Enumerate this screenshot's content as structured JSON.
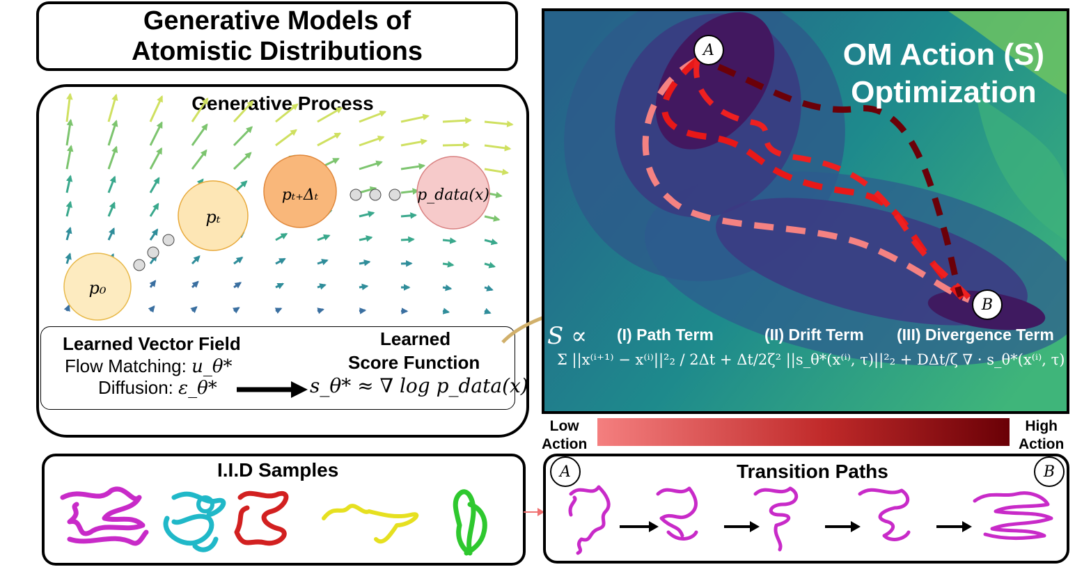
{
  "header": {
    "title_line1": "Generative Models of",
    "title_line2": "Atomistic Distributions"
  },
  "generative": {
    "title": "Generative Process",
    "dists": [
      "p₀",
      "pₜ",
      "pₜ₊Δₜ",
      "p_data(x)"
    ],
    "learned_vector_field": "Learned Vector Field",
    "flow_matching": "Flow Matching:",
    "flow_symbol": "u_θ*",
    "diffusion": "Diffusion:",
    "diffusion_symbol": "ε_θ*",
    "learned_score_line1": "Learned",
    "learned_score_line2": "Score Function",
    "score_expr": "s_θ* ≈ ∇ log p_data(x)"
  },
  "om": {
    "title_line1": "OM Action (S)",
    "title_line2": "Optimization",
    "state_a": "A",
    "state_b": "B",
    "proportional": "S ∝",
    "term1": "(I) Path Term",
    "term2": "(II) Drift Term",
    "term3": "(III) Divergence Term",
    "formula": "Σ ||x⁽ⁱ⁺¹⁾ − x⁽ⁱ⁾||²₂ / 2Δt + Δt/2ζ² ||s_θ*(x⁽ⁱ⁾, τ)||²₂ + DΔt/ζ ∇ · s_θ*(x⁽ⁱ⁾, τ)",
    "colors": {
      "low": "#f47f7f",
      "high": "#6a0006",
      "bg_low": "#3a1450",
      "bg_high": "#58c27a"
    }
  },
  "legend": {
    "low_line1": "Low",
    "low_line2": "Action",
    "high_line1": "High",
    "high_line2": "Action"
  },
  "iid": {
    "title": "I.I.D Samples"
  },
  "transition": {
    "title": "Transition Paths",
    "state_a": "A",
    "state_b": "B"
  }
}
